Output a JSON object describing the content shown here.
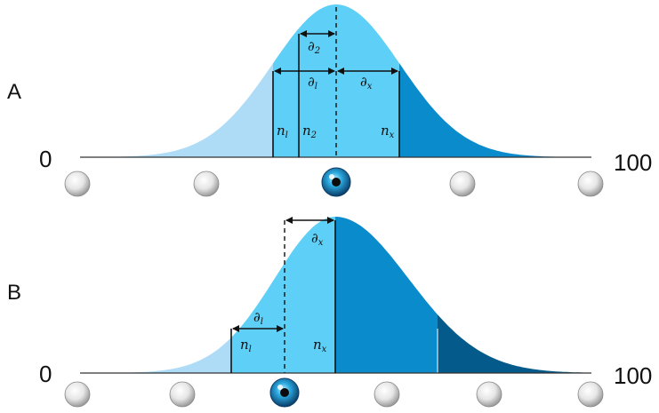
{
  "panels": [
    {
      "label": "A",
      "axis_min": "0",
      "axis_max": "100",
      "symbols": {
        "d2": "∂",
        "d2_sub": "2",
        "d1": "∂",
        "d1_sub": "l",
        "dx": "∂",
        "dx_sub": "x",
        "n1": "n",
        "n1_sub": "l",
        "n2": "n",
        "n2_sub": "2",
        "nx": "n",
        "nx_sub": "x"
      }
    },
    {
      "label": "B",
      "axis_min": "0",
      "axis_max": "100",
      "symbols": {
        "dx": "∂",
        "dx_sub": "x",
        "d1": "∂",
        "d1_sub": "l",
        "n1": "n",
        "n1_sub": "l",
        "nx": "n",
        "nx_sub": "x"
      }
    }
  ],
  "colors": {
    "light_blue": "#aedcf6",
    "mid_blue": "#5ecff6",
    "dark_blue": "#0a8bcc",
    "darkest_blue": "#045a8a"
  },
  "icons": {
    "marble": "grey-sphere-icon",
    "eye": "eye-sphere-icon"
  }
}
